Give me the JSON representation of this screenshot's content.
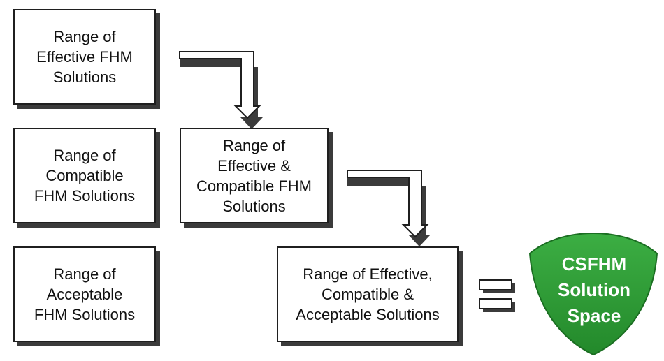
{
  "boxes": {
    "effective": "Range of\nEffective FHM\nSolutions",
    "compatible": "Range of\nCompatible\nFHM Solutions",
    "acceptable": "Range of\nAcceptable\nFHM Solutions",
    "effective_compatible": "Range of\nEffective &\nCompatible FHM\nSolutions",
    "all": "Range of Effective,\nCompatible &\nAcceptable Solutions"
  },
  "result": {
    "label": "CSFHM\nSolution\nSpace",
    "color": "#2e9a37"
  },
  "colors": {
    "border": "#1f1f1f",
    "shadow": "#3b3b3b"
  }
}
